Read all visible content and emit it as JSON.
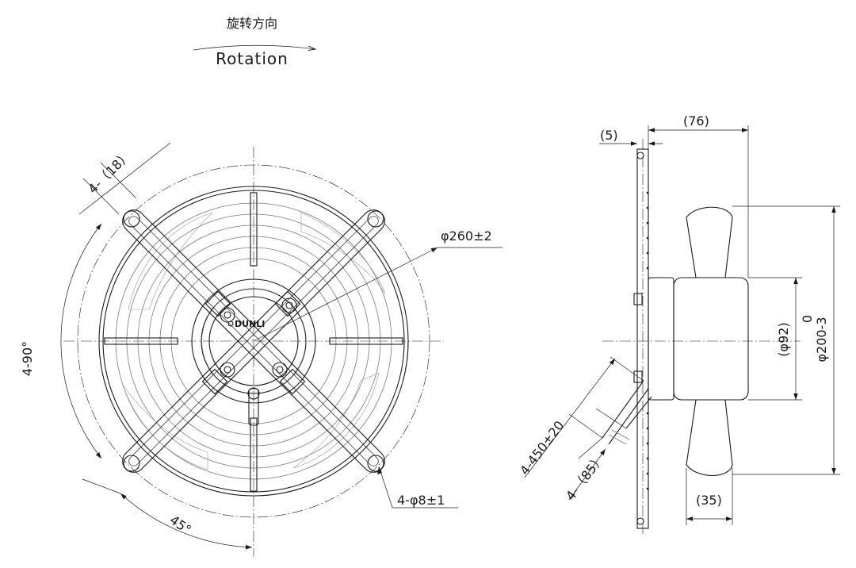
{
  "rotation": {
    "cn": "旋转方向",
    "en": "Rotation"
  },
  "front_view": {
    "diameter": "φ260±2",
    "bolt_angle": "4-90°",
    "slot_angle": "45°",
    "slot_width": "4-（18）",
    "hole": "4-φ8±1",
    "logo": "DUNLI"
  },
  "side_view": {
    "dim_5": "(5)",
    "dim_76": "(76)",
    "dim_92": "(φ92)",
    "dim_200": "φ200-3",
    "dim_200_tol": "0",
    "dim_35": "(35)",
    "dim_450": "4-450±20",
    "dim_85": "4-（85）"
  }
}
